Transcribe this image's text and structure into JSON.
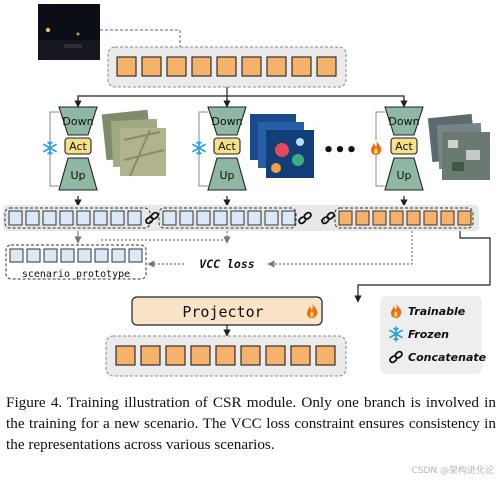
{
  "modules": {
    "down_label": "Down",
    "act_label": "Act",
    "up_label": "Up"
  },
  "middle": {
    "ellipsis": "•••",
    "scenario_prototype_label": "scenario prototype",
    "vcc_loss_label": "VCC loss"
  },
  "projector": {
    "label": "Projector"
  },
  "legend": {
    "items": [
      {
        "icon": "fire-icon",
        "label": "Trainable"
      },
      {
        "icon": "snowflake-icon",
        "label": "Frozen"
      },
      {
        "icon": "link-icon",
        "label": "Concatenate"
      }
    ]
  },
  "colors": {
    "token_orange": "#f5b26b",
    "token_blue": "#dbe8f7",
    "module_green": "#8fb8a3",
    "act_yellow": "#f7e08a",
    "projector_fill": "#fbe3c7",
    "panel_gray": "#ebebeb",
    "fire": "#f06a1a",
    "snow": "#2aa0dc"
  },
  "caption": {
    "text": "Figure 4. Training illustration of CSR module. Only one branch is involved in the training for a new scenario. The VCC loss constraint ensures consistency in the representations across various scenarios."
  },
  "watermark": "CSDN @架构进化论"
}
